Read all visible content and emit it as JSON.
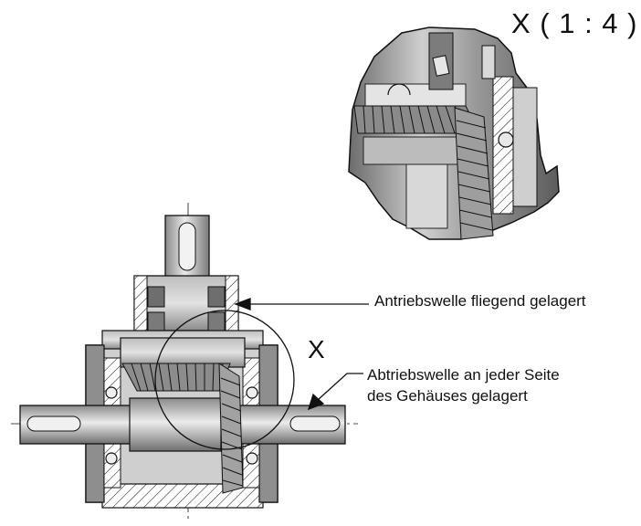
{
  "detail": {
    "title": "X ( 1 : 4 )",
    "marker": "X"
  },
  "callouts": {
    "input_shaft": "Antriebswelle fliegend gelagert",
    "output_shaft_line1": "Abtriebswelle an jeder Seite",
    "output_shaft_line2": "des Gehäuses gelagert"
  },
  "colors": {
    "metal_light": "#d6d6d6",
    "metal_mid": "#9a9a9a",
    "metal_dark": "#4a4a4a",
    "line": "#111111"
  }
}
